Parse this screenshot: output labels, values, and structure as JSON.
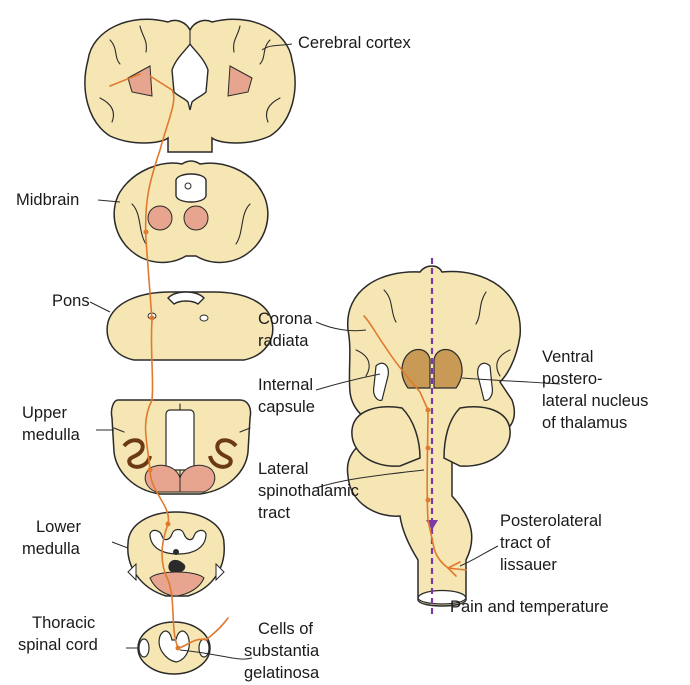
{
  "colors": {
    "tissue": "#f6e6b4",
    "tissue_edge": "#2a2a2a",
    "nucleus": "#e7a48e",
    "thalamus": "#c99a55",
    "olive": "#6b3a14",
    "pathway": "#e07a2e",
    "midline": "#7a3aa8"
  },
  "labels": {
    "cerebral_cortex": "Cerebral cortex",
    "midbrain": "Midbrain",
    "pons": "Pons",
    "upper_medulla": [
      "Upper",
      "medulla"
    ],
    "lower_medulla": [
      "Lower",
      "medulla"
    ],
    "thoracic_spinal_cord": [
      "Thoracic",
      "spinal cord"
    ],
    "cells_substantia_gelatinosa": [
      "Cells of",
      "substantia",
      "gelatinosa"
    ],
    "corona_radiata": [
      "Corona",
      "radiata"
    ],
    "internal_capsule": [
      "Internal",
      "capsule"
    ],
    "lateral_spinothalamic_tract": [
      "Lateral",
      "spinothalamic",
      "tract"
    ],
    "vpl_nucleus": [
      "Ventral",
      "postero-",
      "lateral nucleus",
      "of thalamus"
    ],
    "posterolateral_tract": [
      "Posterolateral",
      "tract of",
      "lissauer"
    ],
    "pain_and_temperature": "Pain and temperature"
  }
}
